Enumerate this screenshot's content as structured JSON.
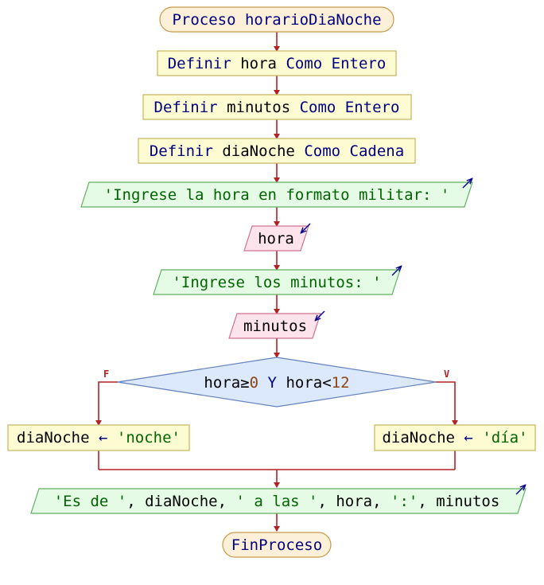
{
  "diagram": {
    "start": {
      "kw": "Proceso",
      "name": "horarioDiaNoche"
    },
    "defs": [
      {
        "kw1": "Definir",
        "var": "hora",
        "kw2": "Como Entero"
      },
      {
        "kw1": "Definir",
        "var": "minutos",
        "kw2": "Como Entero"
      },
      {
        "kw1": "Definir",
        "var": "diaNoche",
        "kw2": "Como Cadena"
      }
    ],
    "output1": "'Ingrese la hora en formato militar: '",
    "input1": "hora",
    "output2": "'Ingrese los minutos: '",
    "input2": "minutos",
    "decision": {
      "a": "hora",
      "op1": "≥",
      "n1": "0",
      "kw": "Y",
      "b": "hora",
      "op2": "<",
      "n2": "12"
    },
    "flag_false": "F",
    "flag_true": "V",
    "assign_false": {
      "var": "diaNoche",
      "arrow": "←",
      "val": "'noche'"
    },
    "assign_true": {
      "var": "diaNoche",
      "arrow": "←",
      "val": "'día'"
    },
    "output3": {
      "s1": "'Es de '",
      "c1": ", ",
      "v1": "diaNoche",
      "c2": ", ",
      "s2": "' a las '",
      "c3": ", ",
      "v2": "hora",
      "c4": ", ",
      "s3": "':'",
      "c5": ", ",
      "v3": "minutos"
    },
    "end": "FinProceso"
  },
  "colors": {
    "terminal_fill": "#fdf0d8",
    "terminal_stroke": "#c89a4a",
    "process_fill": "#fdfbd2",
    "process_stroke": "#c8b45a",
    "output_fill": "#e6fbe6",
    "output_stroke": "#60b060",
    "input_fill": "#fde4ec",
    "input_stroke": "#d07090",
    "decision_fill": "#dce8fb",
    "decision_stroke": "#6080c0",
    "edge": "#b22222",
    "io_arrow": "#00008b"
  }
}
